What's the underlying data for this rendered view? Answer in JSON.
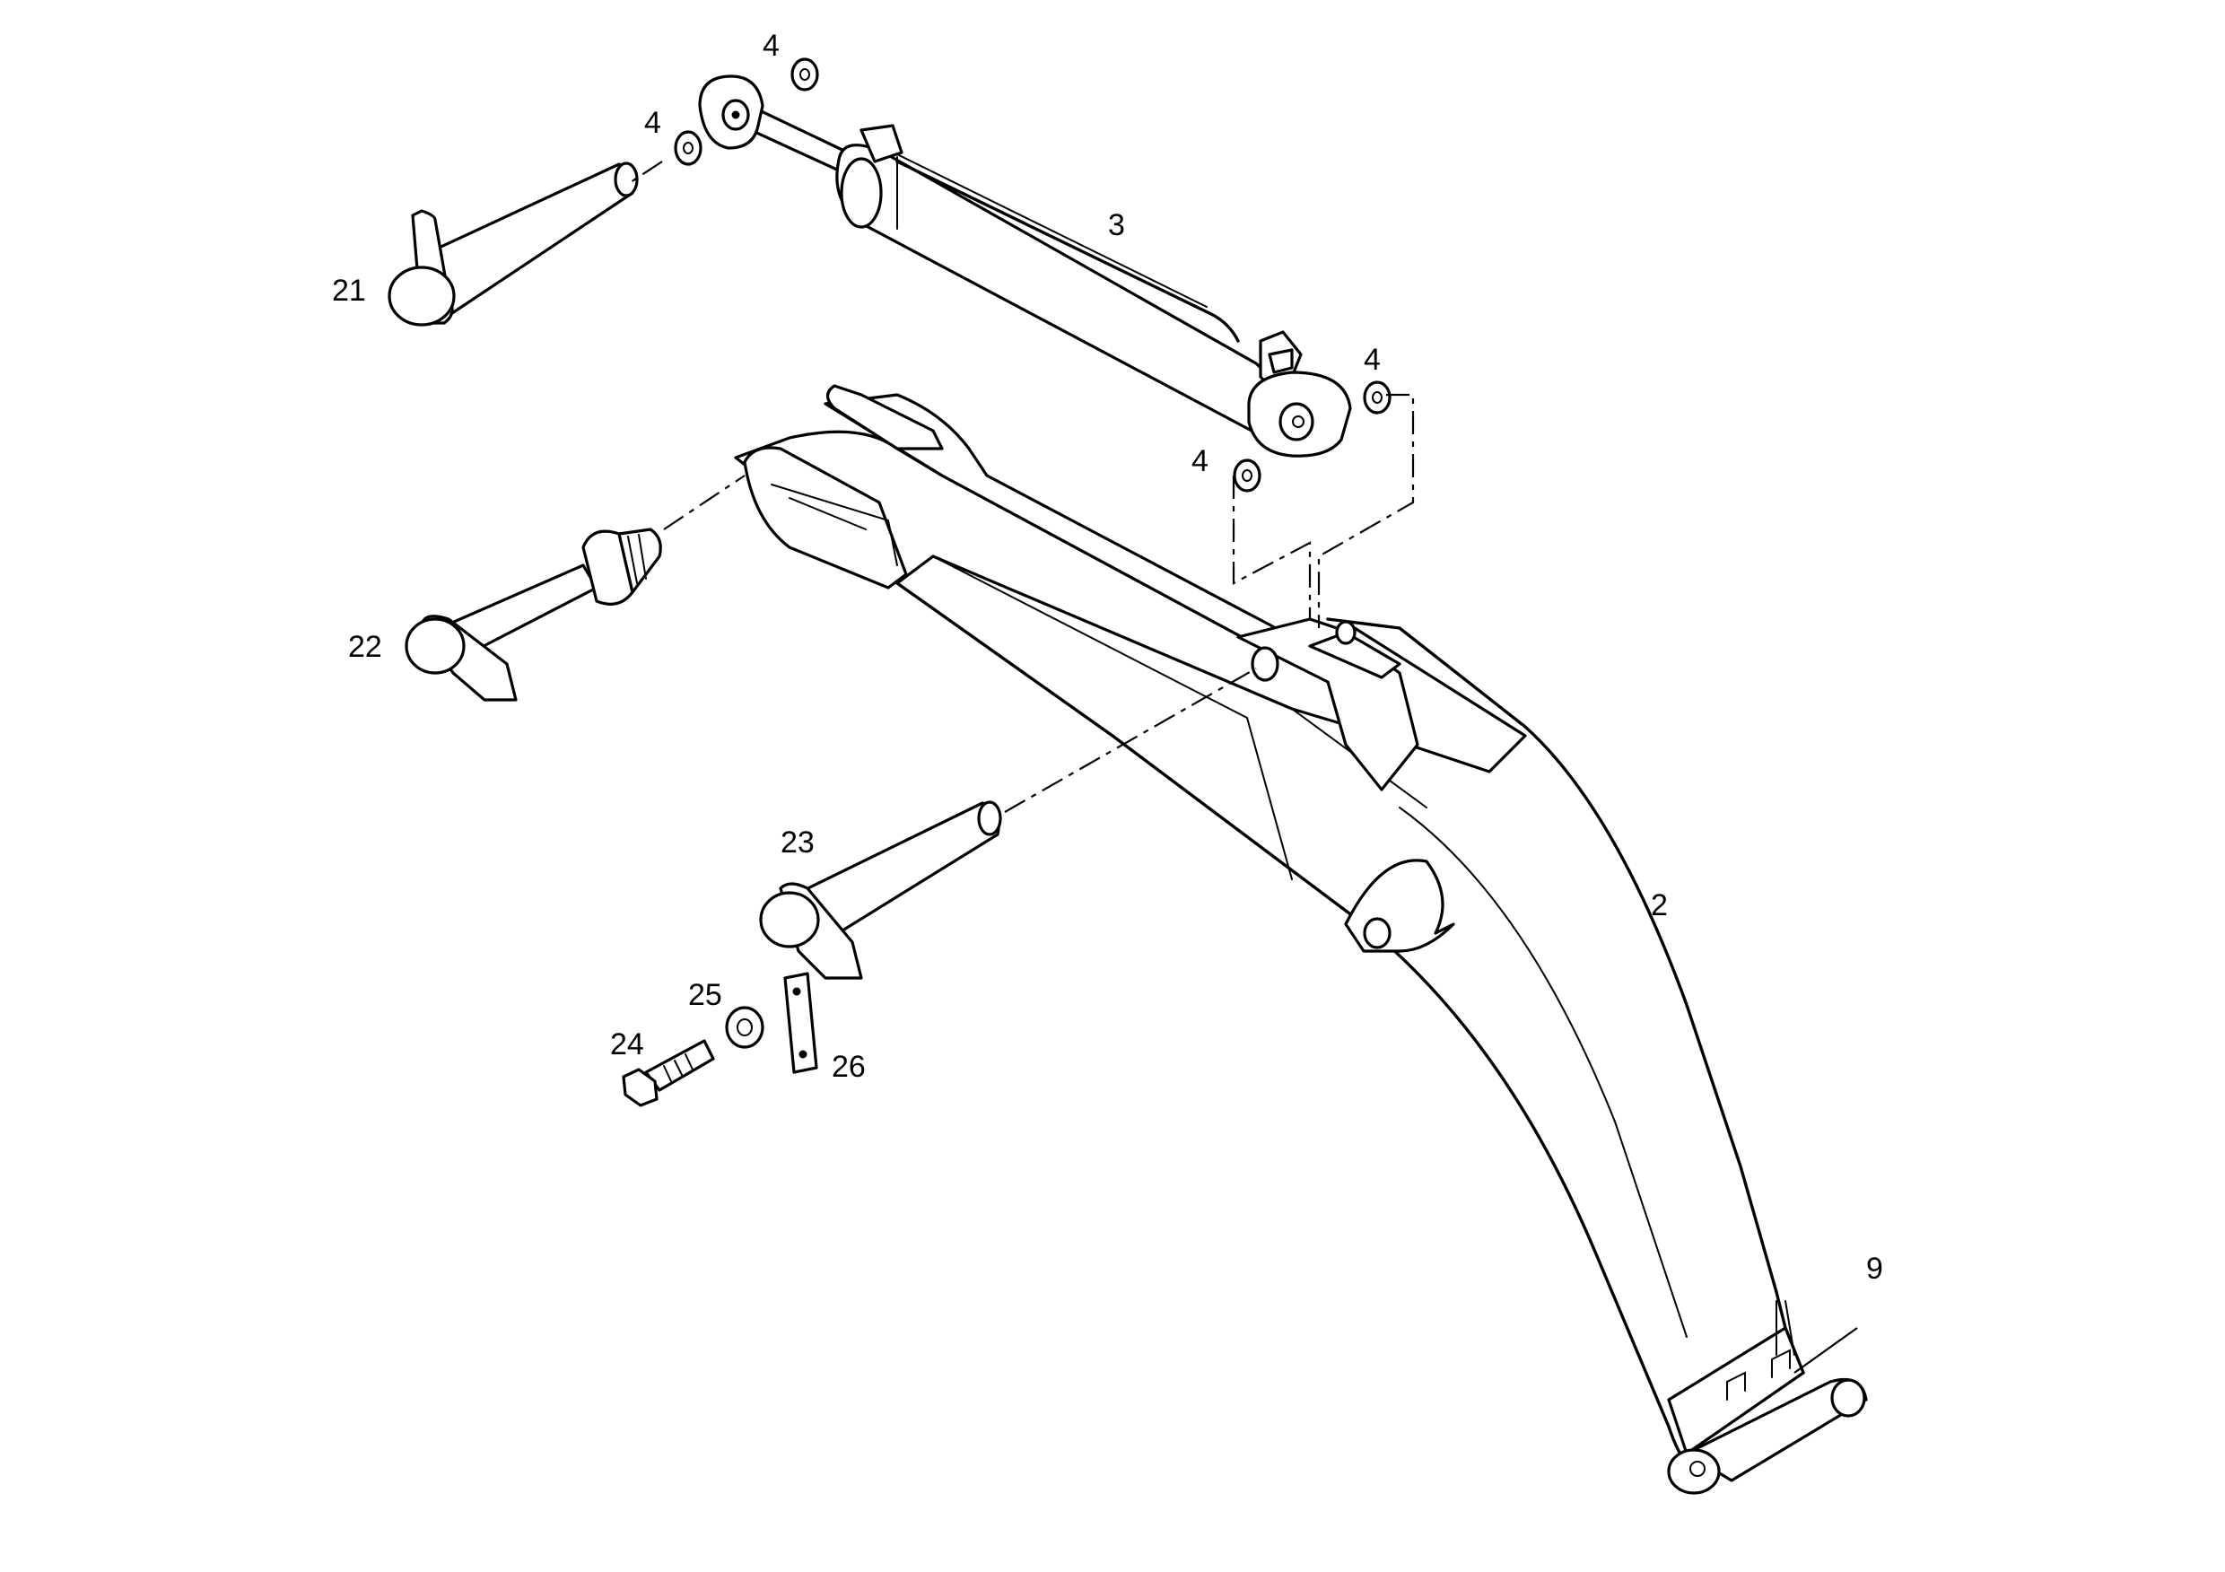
{
  "callouts": [
    {
      "id": "c-21",
      "label": "21"
    },
    {
      "id": "c-22",
      "label": "22"
    },
    {
      "id": "c-23",
      "label": "23"
    },
    {
      "id": "c-24",
      "label": "24"
    },
    {
      "id": "c-25",
      "label": "25"
    },
    {
      "id": "c-26",
      "label": "26"
    },
    {
      "id": "c-3",
      "label": "3"
    },
    {
      "id": "c-2",
      "label": "2"
    },
    {
      "id": "c-9",
      "label": "9"
    },
    {
      "id": "c-4a",
      "label": "4"
    },
    {
      "id": "c-4b",
      "label": "4"
    },
    {
      "id": "c-4c",
      "label": "4"
    },
    {
      "id": "c-4d",
      "label": "4"
    }
  ]
}
